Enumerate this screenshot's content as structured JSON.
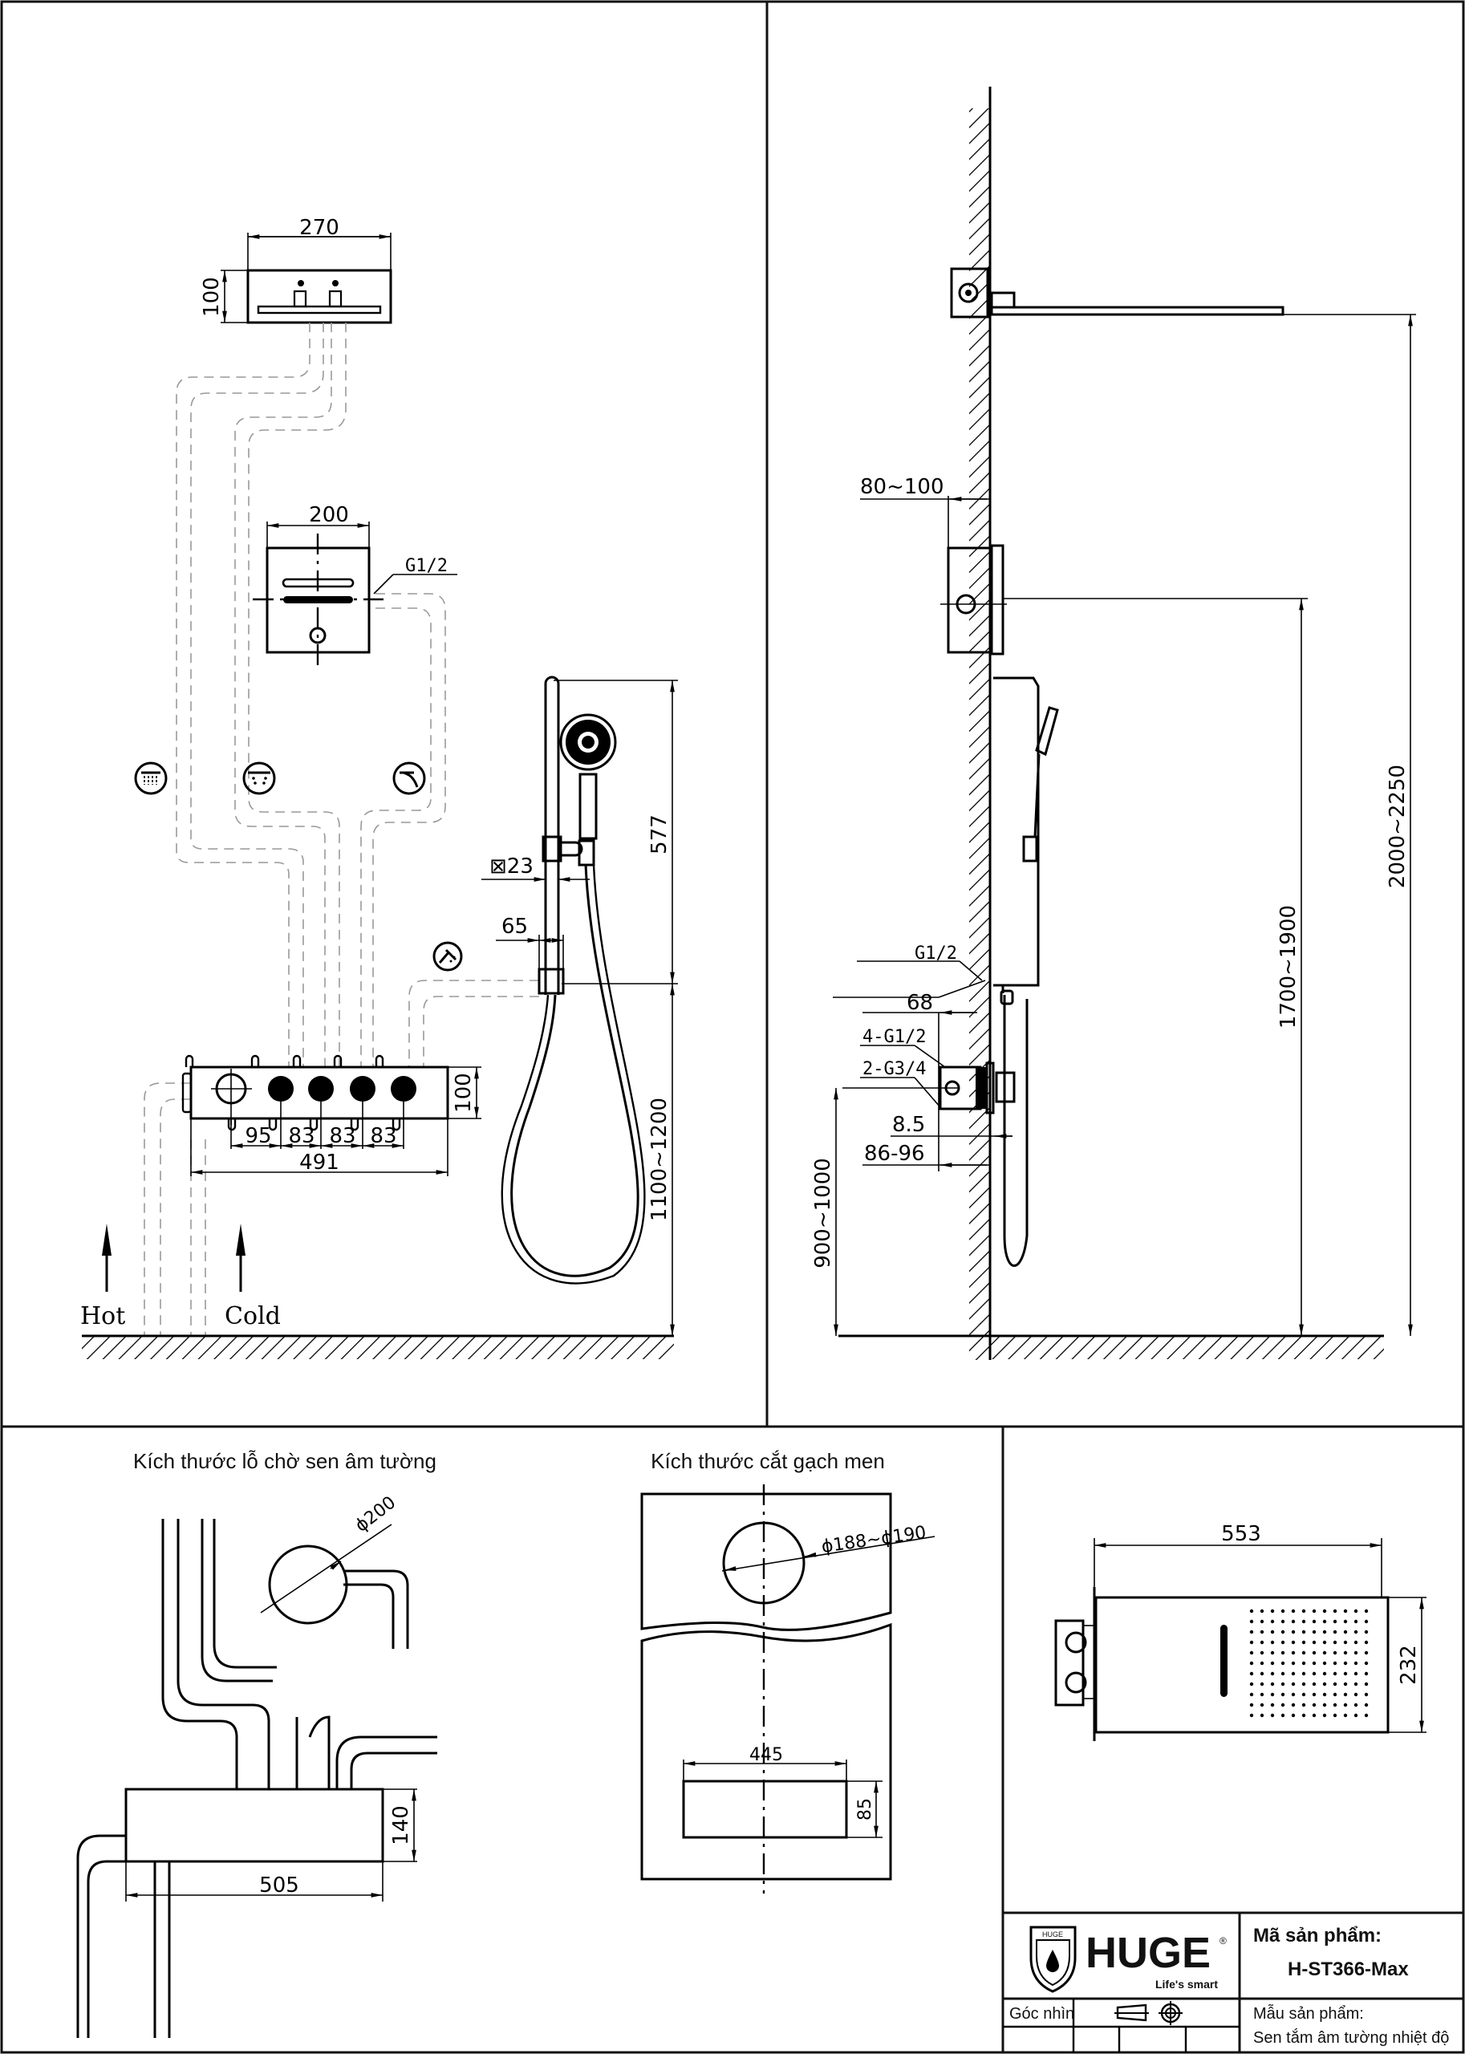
{
  "sheet": {
    "front_view": {
      "rain_head": {
        "width": "270",
        "height": "100"
      },
      "diverter": {
        "width": "200",
        "thread": "G1/2"
      },
      "outlet_icons": [
        "rain-shower-icon",
        "waterfall-icon",
        "spout-icon",
        "handshower-icon"
      ],
      "valve": {
        "height": "100",
        "spacing": [
          "95",
          "83",
          "83",
          "83"
        ],
        "total_width": "491"
      },
      "rail": {
        "square": "⊠23",
        "bracket": "65",
        "rail_height": "577",
        "outlet_height": "1100~1200"
      },
      "inlets": {
        "hot": "Hot",
        "cold": "Cold"
      }
    },
    "side_view": {
      "diverter_depth": "80~100",
      "elbow_thread": "G1/2",
      "valve_depth": "68",
      "valve_threads_1": "4-G1/2",
      "valve_threads_2": "2-G3/4",
      "cover_gap": "8.5",
      "embed_depth": "86-96",
      "valve_height": "900~1000",
      "diverter_height": "1700~1900",
      "head_height": "2000~2250"
    },
    "rough_in": {
      "title": "Kích thước lỗ chờ sen âm tường",
      "hole_diameter": "ϕ200",
      "box_width": "505",
      "box_height": "140"
    },
    "tile_cut": {
      "title": "Kích thước cắt gạch men",
      "hole_diameter": "ϕ188~ϕ190",
      "slot_width": "445",
      "slot_height": "85"
    },
    "top_view": {
      "length": "553",
      "width": "232"
    },
    "title_block": {
      "brand": "HUGE",
      "brand_badge": "HUGE",
      "registered": "®",
      "tagline": "Life's smart",
      "code_label": "Mã sản phẩm:",
      "code_value": "H-ST366-Max",
      "view_label": "Góc nhìn",
      "model_label": "Mẫu sản phẩm:",
      "model_value": "Sen tắm âm tường nhiệt độ",
      "projection_icons": [
        "projection-trapezoid-icon",
        "crosshair-circle-icon"
      ]
    }
  }
}
